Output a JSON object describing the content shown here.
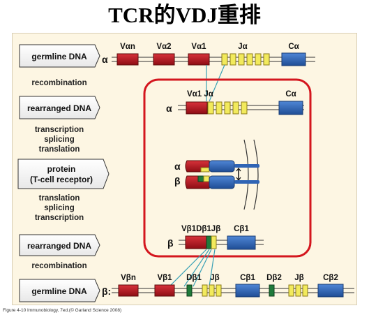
{
  "title": "TCR的VDJ重排",
  "caption": "Figure 4-10 Immunobiology, 7ed.(© Garland Science 2008)",
  "steps": [
    {
      "box": "germline DNA",
      "text": []
    },
    {
      "box": null,
      "text": [
        "recombination"
      ]
    },
    {
      "box": "rearranged DNA",
      "text": []
    },
    {
      "box": null,
      "text": [
        "transcription",
        "splicing",
        "translation"
      ]
    },
    {
      "box_lines": [
        "protein",
        "(T-cell receptor)"
      ]
    },
    {
      "box": null,
      "text": [
        "translation",
        "splicing",
        "transcription"
      ]
    },
    {
      "box": "rearranged DNA",
      "text": []
    },
    {
      "box": null,
      "text": [
        "recombination"
      ]
    },
    {
      "box": "germline DNA",
      "text": []
    }
  ],
  "alpha_germline": {
    "chain": "α",
    "labels": {
      "van": "Vαn",
      "va2": "Vα2",
      "va1": "Vα1",
      "ja": "Jα",
      "ca": "Cα"
    }
  },
  "alpha_rearranged": {
    "chain": "α",
    "labels": {
      "va1ja": "Vα1 Jα",
      "ca": "Cα"
    }
  },
  "protein": {
    "alpha": "α",
    "beta": "β"
  },
  "beta_rearranged": {
    "chain": "β",
    "labels": {
      "vdj": "Vβ1Dβ1Jβ",
      "cb1": "Cβ1"
    }
  },
  "beta_germline": {
    "chain": "β:",
    "labels": {
      "vbn": "Vβn",
      "vb1": "Vβ1",
      "db1": "Dβ1",
      "jb1": "Jβ",
      "cb1": "Cβ1",
      "db2": "Dβ2",
      "jb2": "Jβ",
      "cb2": "Cβ2"
    }
  },
  "colors": {
    "v": "#b8141e",
    "j": "#f2ea5c",
    "c": "#2f64b5",
    "d": "#1f7a3a",
    "highlight": "#d4161e",
    "line": "#38a0b5"
  }
}
